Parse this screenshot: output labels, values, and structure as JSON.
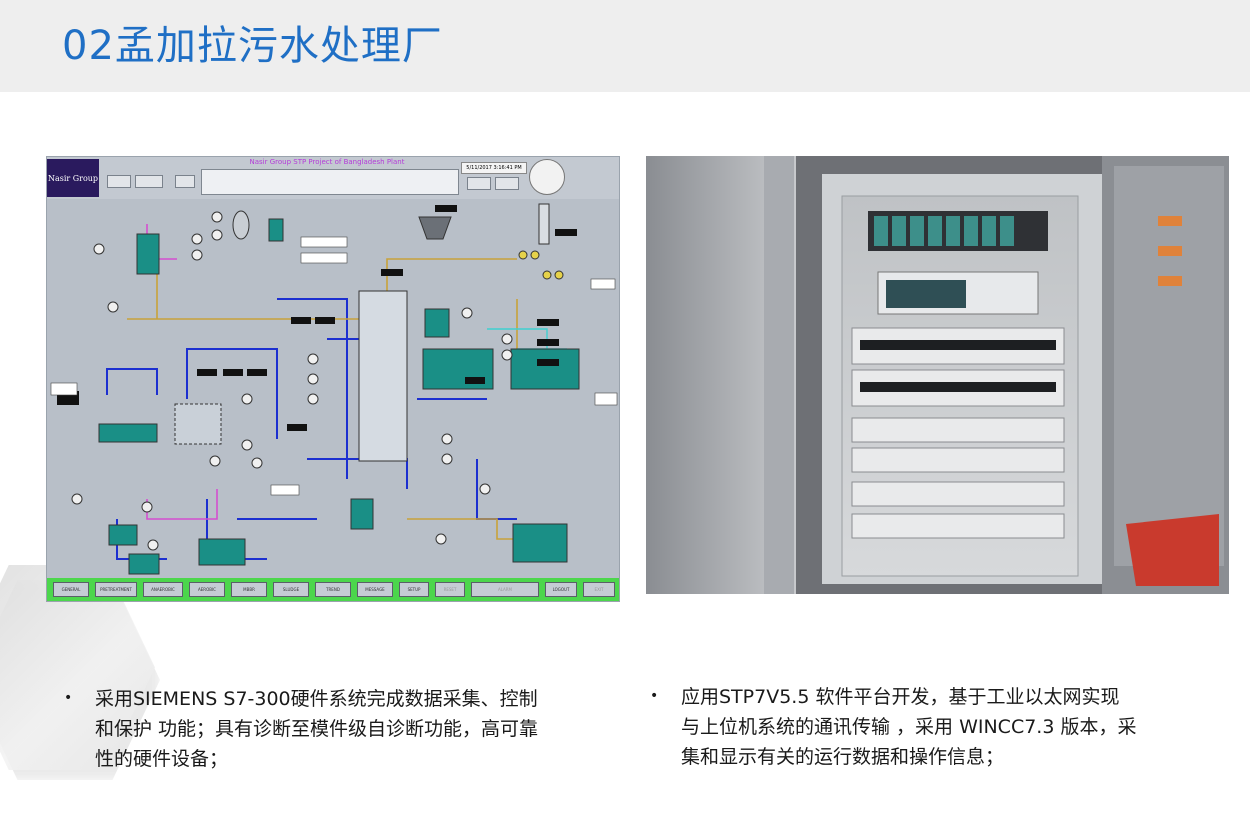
{
  "slide": {
    "title": "02孟加拉污水处理厂"
  },
  "scada_screen": {
    "logo_text": "Nasir Group",
    "header_title": "Nasir Group STP Project of Bangladesh Plant",
    "date_text": "5/11/2017 3:16:41 PM",
    "footer_buttons": [
      "GENERAL",
      "PRETREATMENT",
      "ANAEROBIC",
      "AEROBIC",
      "MBBR",
      "SLUDGE",
      "TREND",
      "MESSAGE",
      "SETUP",
      "RESET",
      "ALARM",
      "LOGOUT",
      "EXIT"
    ]
  },
  "bullets": {
    "left": [
      "采用SIEMENS S7-300硬件系统完成数据采集、控制",
      "和保护 功能；具有诊断至模件级自诊断功能，高可靠",
      "性的硬件设备；"
    ],
    "right": [
      "应用STP7V5.5 软件平台开发，基于工业以太网实现",
      "与上位机系统的通讯传输 ，采用 WINCC7.3 版本，采",
      "集和显示有关的运行数据和操作信息；"
    ]
  },
  "colors": {
    "title_blue": "#1f6fc5",
    "title_bar_bg": "#eeeeee",
    "scada_bg": "#b8bfc8",
    "scada_footer": "#4cd64c",
    "tank_teal": "#1a8f86",
    "pipe_blue": "#1c2fd0"
  }
}
